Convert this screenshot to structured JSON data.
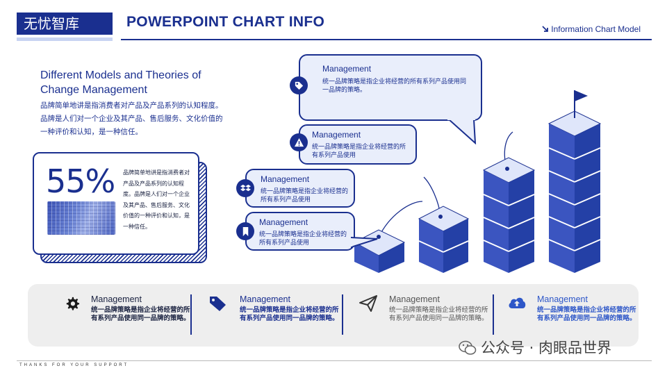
{
  "header": {
    "brand": "无忧智库",
    "title": "POWERPOINT CHART INFO",
    "right_label": "Information Chart Model",
    "right_icon": "arrow-down-right-icon"
  },
  "intro": {
    "title": "Different Models and Theories of Change Management",
    "body": "品牌简单地讲是指消费者对产品及产品系列的认知程度。品牌是人们对一个企业及其产品、售后服务、文化价值的一种评价和认知，是一种信任。"
  },
  "stat_card": {
    "value": "55%",
    "text": "品牌简单地讲是指消费者对产品及产品系列的认知程度。品牌是人们对一个企业及其产品、售后服务、文化价值的一种评价和认知，是一种信任。"
  },
  "bubbles": [
    {
      "title": "Management",
      "text": "统一品牌策略是指企业将经营的所有系列产品使用同一品牌的策略。",
      "icon": "tag-icon"
    },
    {
      "title": "Management",
      "text": "统一品牌策略是指企业将经营的所有系列产品使用",
      "icon": "warning-icon"
    },
    {
      "title": "Management",
      "text": "统一品牌策略是指企业将经营的所有系列产品使用",
      "icon": "dropbox-icon"
    },
    {
      "title": "Management",
      "text": "统一品牌策略是指企业将经营的所有系列产品使用",
      "icon": "bookmark-icon"
    }
  ],
  "bottom": [
    {
      "title": "Management",
      "text": "统一品牌策略是指企业将经营的所有系列产品使用同一品牌的策略。",
      "icon": "gear-icon"
    },
    {
      "title": "Management",
      "text": "统一品牌策略是指企业将经营的所有系列产品使用同一品牌的策略。",
      "icon": "tag-icon"
    },
    {
      "title": "Management",
      "text": "统一品牌策略是指企业将经营的所有系列产品使用同一品牌的策略。",
      "icon": "send-icon"
    },
    {
      "title": "Management",
      "text": "统一品牌策略是指企业将经营的所有系列产品使用同一品牌的策略。",
      "icon": "cloud-upload-icon"
    }
  ],
  "footer": {
    "text": "THANKS FOR YOUR SUPPORT"
  },
  "watermark": {
    "text": "公众号 · 肉眼品世界"
  },
  "colors": {
    "primary": "#1a2f8f",
    "cube_front": "#3b55c0",
    "cube_top": "#dfe6fa",
    "panel": "#eeeeee"
  }
}
